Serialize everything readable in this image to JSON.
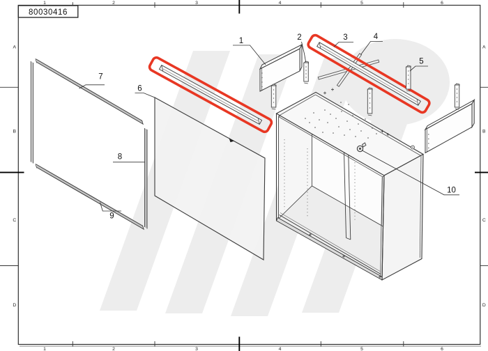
{
  "title_block": {
    "drawing_number": "80030416"
  },
  "grid_reference": {
    "column_labels": [
      "1",
      "2",
      "3",
      "4",
      "5",
      "6"
    ],
    "row_labels": [
      "A",
      "B",
      "C",
      "D"
    ]
  },
  "callouts": [
    {
      "number": "1"
    },
    {
      "number": "2"
    },
    {
      "number": "3"
    },
    {
      "number": "4"
    },
    {
      "number": "5"
    },
    {
      "number": "6"
    },
    {
      "number": "7"
    },
    {
      "number": "8"
    },
    {
      "number": "9"
    },
    {
      "number": "10"
    }
  ],
  "colors": {
    "highlight_red": "#e83723"
  }
}
